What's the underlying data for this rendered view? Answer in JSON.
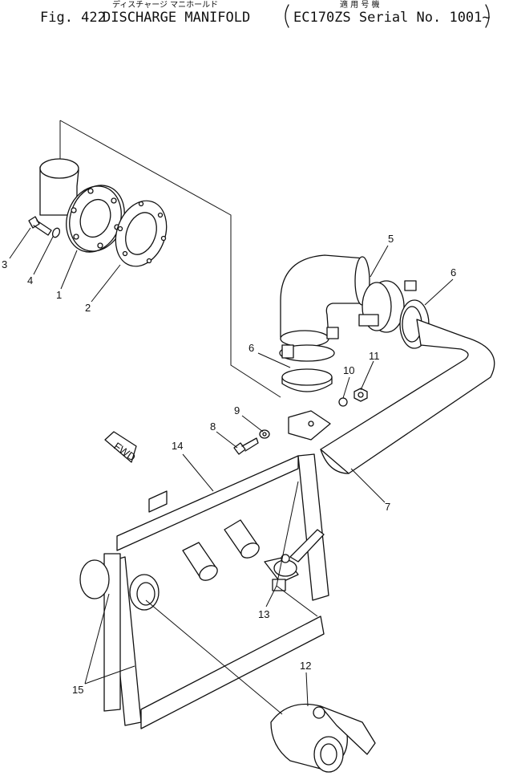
{
  "header": {
    "fig_label": "Fig. 422",
    "title": "DISCHARGE MANIFOLD",
    "title_kana": "ディスチャージ マニホールド",
    "applicability_kana": "適 用 号 機",
    "serial": "EC170ZS Serial No. 1001~"
  },
  "direction_marker": "FWD",
  "callouts": [
    {
      "id": "1",
      "label": "1"
    },
    {
      "id": "2",
      "label": "2"
    },
    {
      "id": "3",
      "label": "3"
    },
    {
      "id": "4",
      "label": "4"
    },
    {
      "id": "5",
      "label": "5"
    },
    {
      "id": "6a",
      "label": "6"
    },
    {
      "id": "6b",
      "label": "6"
    },
    {
      "id": "7",
      "label": "7"
    },
    {
      "id": "8",
      "label": "8"
    },
    {
      "id": "9",
      "label": "9"
    },
    {
      "id": "10",
      "label": "10"
    },
    {
      "id": "11",
      "label": "11"
    },
    {
      "id": "12",
      "label": "12"
    },
    {
      "id": "13",
      "label": "13"
    },
    {
      "id": "14",
      "label": "14"
    },
    {
      "id": "15",
      "label": "15"
    }
  ]
}
